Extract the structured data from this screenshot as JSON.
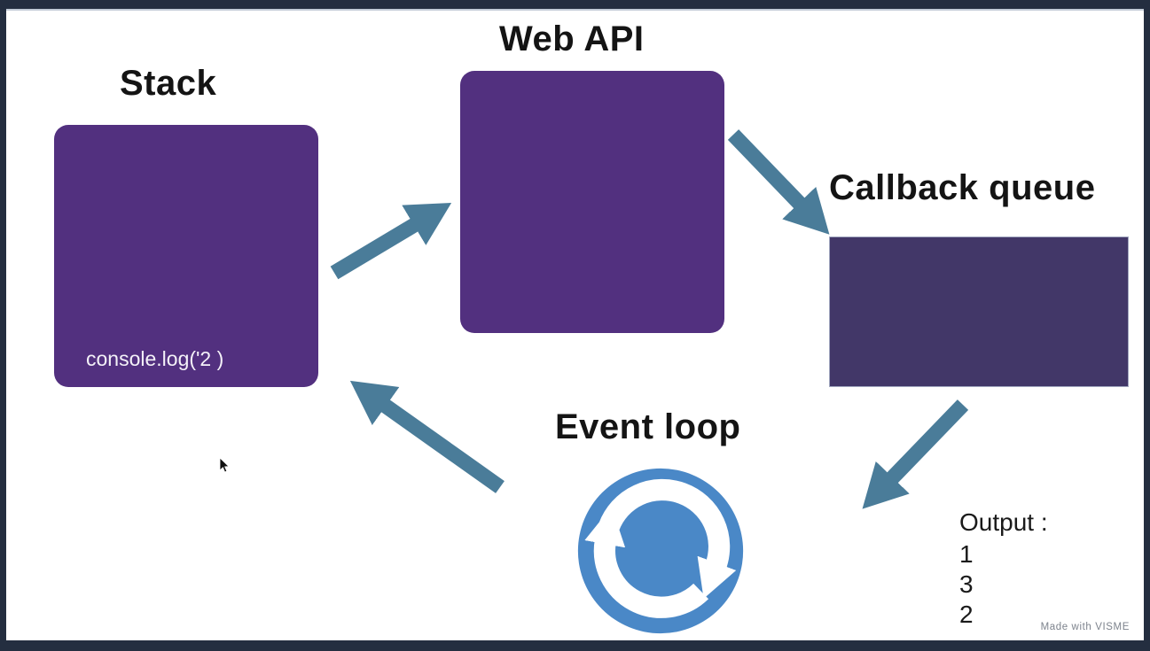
{
  "labels": {
    "stack": "Stack",
    "web_api": "Web API",
    "callback_queue": "Callback queue",
    "event_loop": "Event loop"
  },
  "stack_box": {
    "code": "console.log('2 )"
  },
  "output": {
    "label": "Output :",
    "lines": [
      "1",
      "3",
      "2"
    ]
  },
  "watermark": "Made with VISME",
  "icons": {
    "event_loop": "sync-refresh-loop-icon",
    "cursor": "mouse-pointer-icon"
  },
  "colors": {
    "frame": "#242e40",
    "inner_line": "#b9c2d0",
    "background": "#ffffff",
    "box_purple": "#52307f",
    "box_dark_purple": "#423768",
    "callback_border": "#a2a8c0",
    "arrow": "#4a7c99",
    "event_loop_blue": "#4a88c7",
    "label_text": "#141414",
    "code_text": "#f4f1f8",
    "output_text": "#1a1a1a",
    "watermark_gray": "#7d838d"
  }
}
